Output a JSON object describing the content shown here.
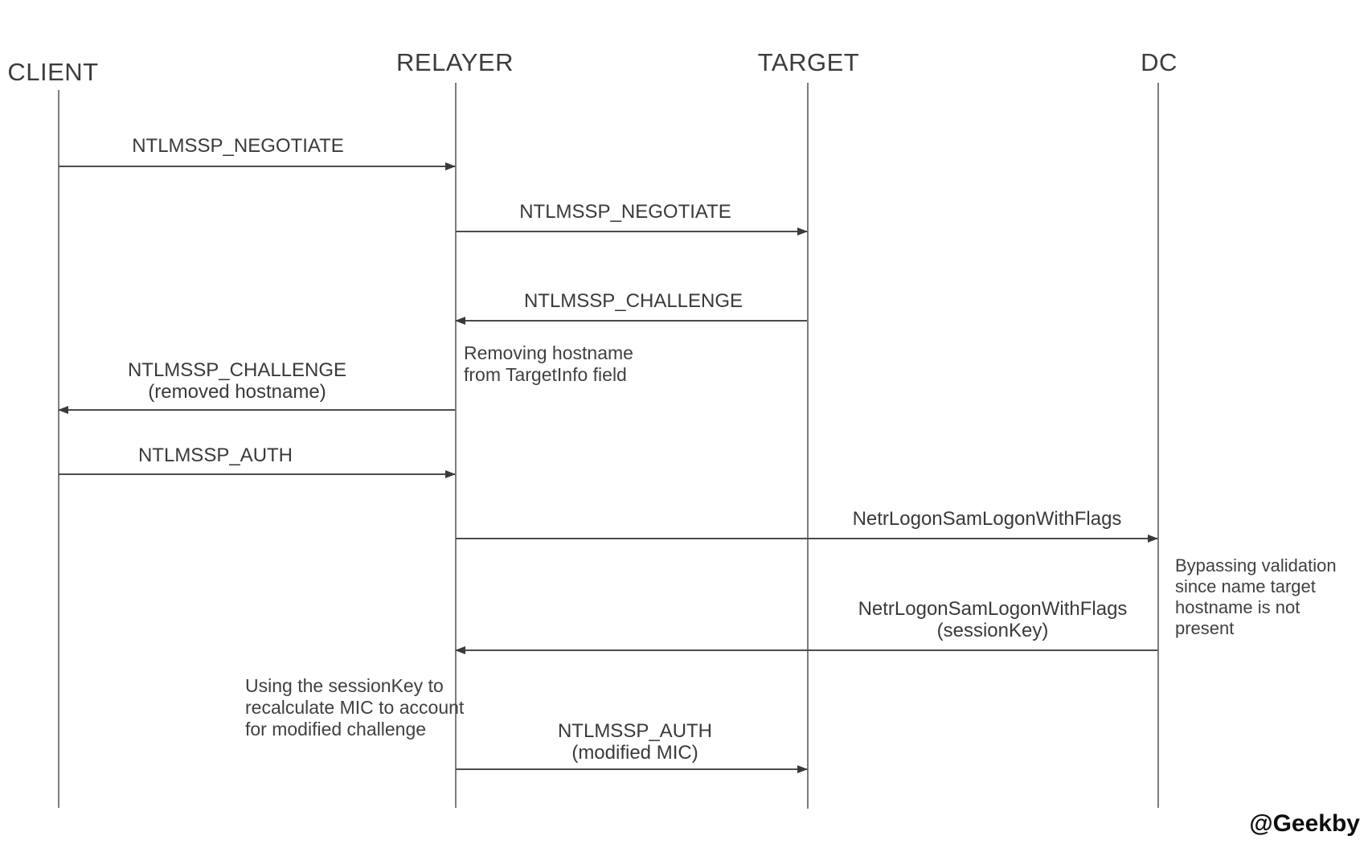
{
  "diagram": {
    "type": "sequence-diagram",
    "actors": [
      {
        "name": "CLIENT"
      },
      {
        "name": "RELAYER"
      },
      {
        "name": "TARGET"
      },
      {
        "name": "DC"
      }
    ],
    "messages": [
      {
        "label": "NTLMSSP_NEGOTIATE",
        "from": "CLIENT",
        "to": "RELAYER",
        "direction": "right"
      },
      {
        "label": "NTLMSSP_NEGOTIATE",
        "from": "RELAYER",
        "to": "TARGET",
        "direction": "right"
      },
      {
        "label": "NTLMSSP_CHALLENGE",
        "from": "TARGET",
        "to": "RELAYER",
        "direction": "left"
      },
      {
        "label": "NTLMSSP_CHALLENGE",
        "sublabel": "(removed hostname)",
        "from": "RELAYER",
        "to": "CLIENT",
        "direction": "left"
      },
      {
        "label": "NTLMSSP_AUTH",
        "from": "CLIENT",
        "to": "RELAYER",
        "direction": "right"
      },
      {
        "label": "NetrLogonSamLogonWithFlags",
        "from": "RELAYER",
        "to": "DC",
        "direction": "right"
      },
      {
        "label": "NetrLogonSamLogonWithFlags",
        "sublabel": "(sessionKey)",
        "from": "DC",
        "to": "RELAYER",
        "direction": "left"
      },
      {
        "label": "NTLMSSP_AUTH",
        "sublabel": "(modified MIC)",
        "from": "RELAYER",
        "to": "TARGET",
        "direction": "right"
      }
    ],
    "notes": [
      {
        "attached_to": "RELAYER",
        "lines": [
          "Removing hostname",
          "from TargetInfo field"
        ]
      },
      {
        "attached_to": "DC",
        "lines": [
          "Bypassing validation",
          "since name target",
          "hostname is not",
          "present"
        ]
      },
      {
        "attached_to": "RELAYER",
        "lines": [
          "Using the sessionKey to",
          "recalculate MIC to account",
          "for modified challenge"
        ]
      }
    ],
    "watermark": "@Geekby",
    "colors": {
      "line": "#4c4c4c",
      "lifeline": "#7d7d7d",
      "text": "#3a3a3a",
      "background": "#ffffff"
    }
  }
}
